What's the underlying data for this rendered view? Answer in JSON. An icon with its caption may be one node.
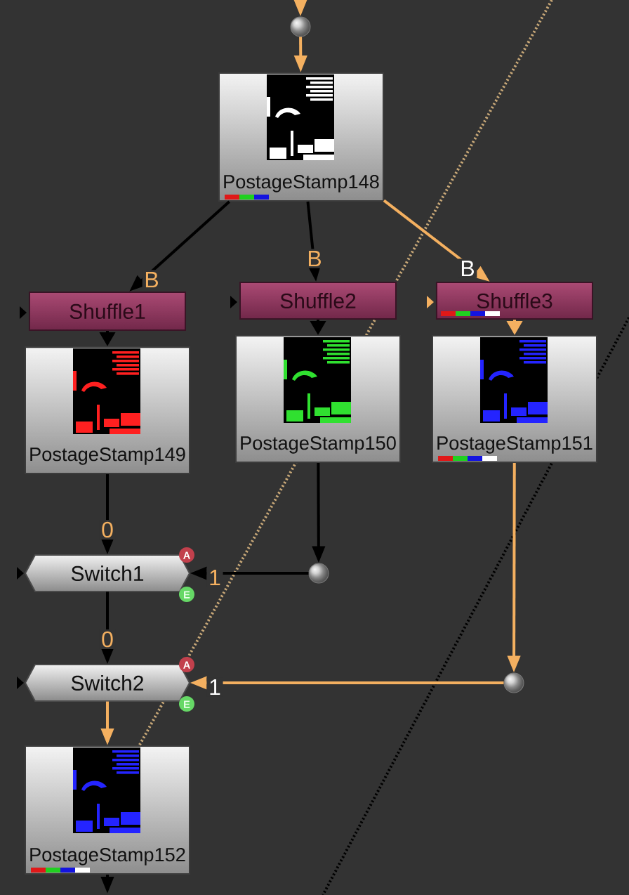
{
  "diagram": {
    "nodes": [
      {
        "text": [],
        "shape": "circle"
      },
      {
        "text": [
          "PostageStamp148"
        ]
      },
      {
        "text": [
          "Shuffle1"
        ]
      },
      {
        "text": [
          "Shuffle2"
        ]
      },
      {
        "text": [
          "Shuffle3"
        ]
      },
      {
        "text": [
          "PostageStamp149"
        ]
      },
      {
        "text": [
          "PostageStamp150"
        ]
      },
      {
        "text": [
          "PostageStamp151"
        ]
      },
      {
        "text": [
          "Switch1"
        ]
      },
      {
        "text": [],
        "shape": "circle"
      },
      {
        "text": [
          "Switch2"
        ]
      },
      {
        "text": [],
        "shape": "circle"
      },
      {
        "text": [
          "PostageStamp152"
        ]
      }
    ],
    "edges": [
      {
        "from": null,
        "to": 0,
        "arrow": "to",
        "color": "#f4b060"
      },
      {
        "from": 0,
        "to": 1,
        "arrow": "to",
        "color": "#f4b060"
      },
      {
        "from": 1,
        "to": 2,
        "arrow": "to",
        "label": "B"
      },
      {
        "from": 1,
        "to": 3,
        "arrow": "to",
        "label": "B"
      },
      {
        "from": 1,
        "to": 4,
        "arrow": "to",
        "label": "B",
        "color": "#f4b060"
      },
      {
        "from": 2,
        "to": 5,
        "arrow": "to"
      },
      {
        "from": 3,
        "to": 6,
        "arrow": "to"
      },
      {
        "from": 4,
        "to": 7,
        "arrow": "to",
        "color": "#f4b060"
      },
      {
        "from": 5,
        "to": 8,
        "arrow": "to",
        "label": "0"
      },
      {
        "from": 6,
        "to": 9,
        "arrow": "to"
      },
      {
        "from": 9,
        "to": 8,
        "arrow": "to",
        "label": "1"
      },
      {
        "from": 8,
        "to": 10,
        "arrow": "to",
        "label": "0"
      },
      {
        "from": 7,
        "to": 11,
        "arrow": "to",
        "color": "#f4b060"
      },
      {
        "from": 11,
        "to": 10,
        "arrow": "to",
        "label": "1",
        "color": "#f4b060"
      },
      {
        "from": 10,
        "to": 12,
        "arrow": "to",
        "color": "#f4b060"
      },
      {
        "from": 12,
        "to": null,
        "arrow": "to"
      }
    ],
    "labels": [
      "A",
      "E",
      "A",
      "E"
    ]
  }
}
